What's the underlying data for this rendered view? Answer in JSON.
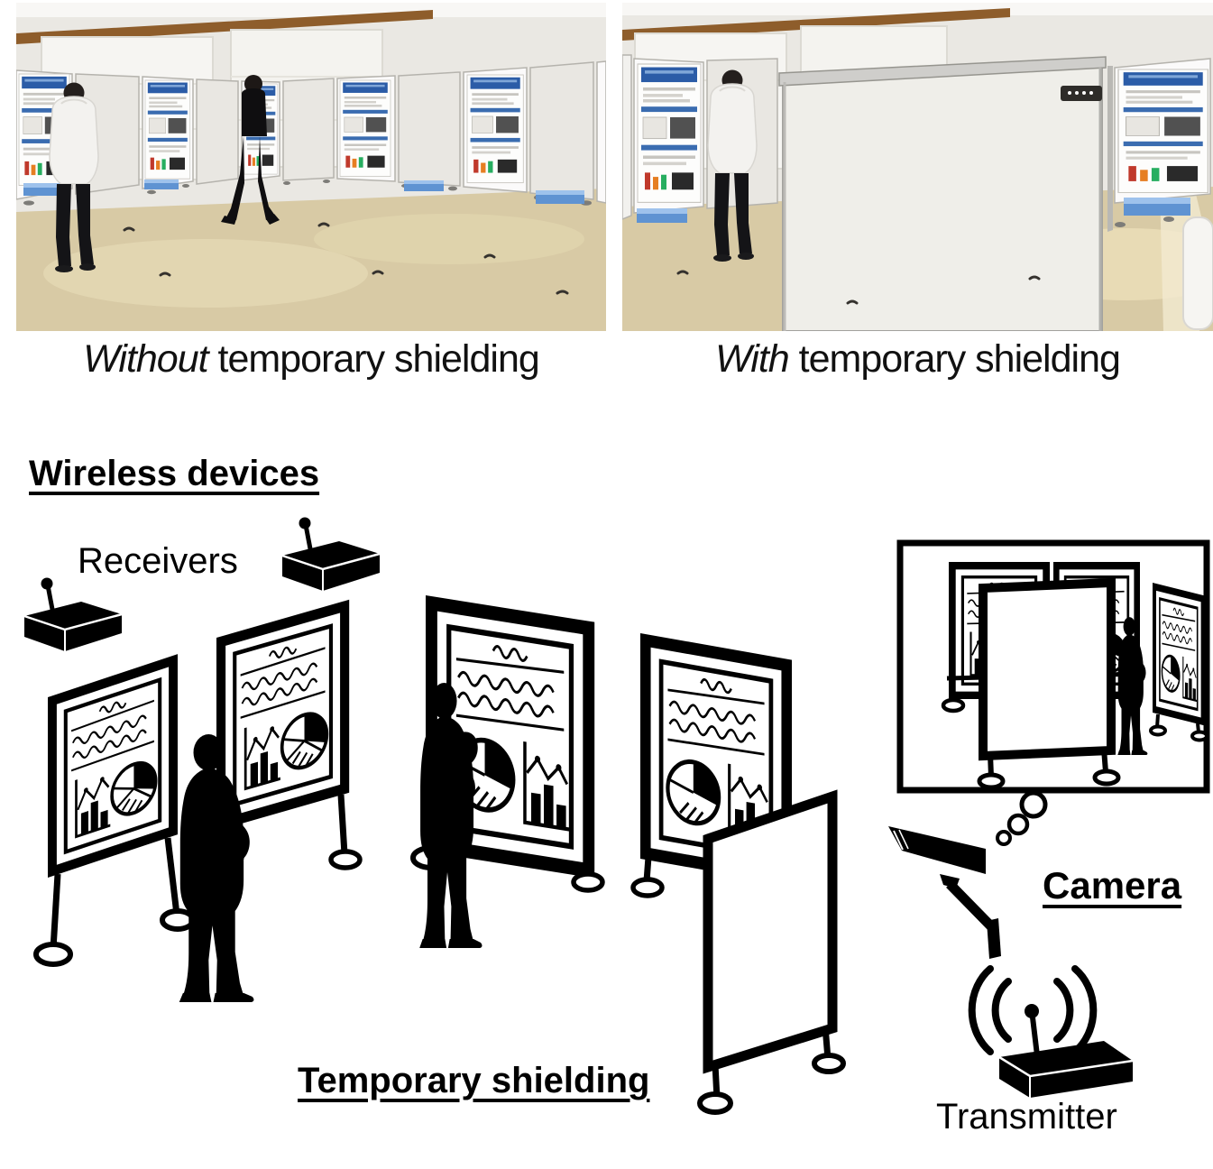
{
  "captions": {
    "left": {
      "italic": "Without",
      "rest": " temporary shielding"
    },
    "right": {
      "italic": "With",
      "rest": " temporary shielding"
    }
  },
  "labels": {
    "wireless_devices": "Wireless devices",
    "receivers": "Receivers",
    "temporary_shielding": "Temporary shielding",
    "camera": "Camera",
    "transmitter": "Transmitter"
  },
  "icons": {
    "receiver": "black-3d-box-with-antenna",
    "transmitter": "black-3d-box-with-antenna-and-signal-arcs",
    "camera": "cctv-security-camera-silhouette",
    "thought_bubbles": "three-growing-circles",
    "poster_stand": "framed-poster-board-on-caster-wheels",
    "shield_panel": "blank-white-panel-on-caster-wheels",
    "person": "black-human-silhouette",
    "camera_view_inset": "rectangular-camera-view-frame"
  },
  "colors": {
    "background": "#ffffff",
    "ink": "#000000",
    "floor": "#d8caa5",
    "wall": "#eae8e3",
    "ceiling_beam": "#8e5d2b",
    "poster_header_blue": "#2b5ca7",
    "poster_band_blue": "#3a6cb0",
    "poster_tray_blue": "#5f93d2",
    "shield_surface": "#efeee9",
    "shield_rail": "#cfcecb"
  }
}
